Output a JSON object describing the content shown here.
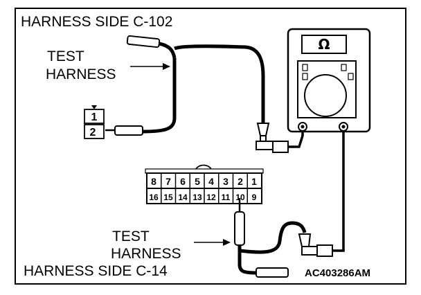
{
  "labels": {
    "top_title": "HARNESS SIDE C-102",
    "bottom_title": "HARNESS SIDE C-14",
    "test_harness_top": [
      "TEST",
      "HARNESS"
    ],
    "test_harness_bottom": [
      "TEST",
      "HARNESS"
    ],
    "figure_code": "AC403286AM"
  },
  "meter": {
    "symbol": "Ω"
  },
  "small_connector": {
    "pins": [
      "1",
      "2"
    ]
  },
  "c14_connector": {
    "top_row": [
      "8",
      "7",
      "6",
      "5",
      "4",
      "3",
      "2",
      "1"
    ],
    "bottom_row": [
      "16",
      "15",
      "14",
      "13",
      "12",
      "11",
      "10",
      "9"
    ]
  }
}
